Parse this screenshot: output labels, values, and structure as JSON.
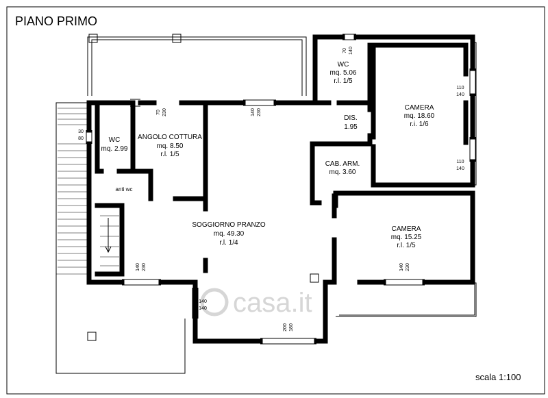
{
  "title": "PIANO PRIMO",
  "scale": "scala 1:100",
  "watermark": "casa.it",
  "rooms": {
    "wc1": {
      "name": "WC",
      "area": "mq. 2.99"
    },
    "angolo_cottura": {
      "name": "ANGOLO COTTURA",
      "area": "mq. 8.50",
      "ri": "r.l. 1/5"
    },
    "antiwc": {
      "name": "anti wc"
    },
    "soggiorno": {
      "name": "SOGGIORNO PRANZO",
      "area": "mq. 49.30",
      "ri": "r.l. 1/4"
    },
    "wc2": {
      "name": "WC",
      "area": "mq. 5.06",
      "ri": "r.l. 1/5"
    },
    "dis": {
      "name": "DIS.",
      "area": "1.95"
    },
    "cab_arm": {
      "name": "CAB. ARM.",
      "area": "mq. 3.60"
    },
    "camera1": {
      "name": "CAMERA",
      "area": "mq. 18.60",
      "ri": "r.i. 1/6"
    },
    "camera2": {
      "name": "CAMERA",
      "area": "mq. 15.25",
      "ri": "r.l. 1/5"
    }
  },
  "dims": {
    "d1a": "70",
    "d1b": "230",
    "d2a": "140",
    "d2b": "230",
    "d3a": "70",
    "d3b": "140",
    "d4a": "110",
    "d4b": "140",
    "d5a": "110",
    "d5b": "140",
    "d6a": "30",
    "d6b": "80",
    "d7a": "140",
    "d7b": "230",
    "d8a": "140",
    "d8b": "140",
    "d9a": "200",
    "d9b": "180",
    "d10a": "140",
    "d10b": "230"
  }
}
